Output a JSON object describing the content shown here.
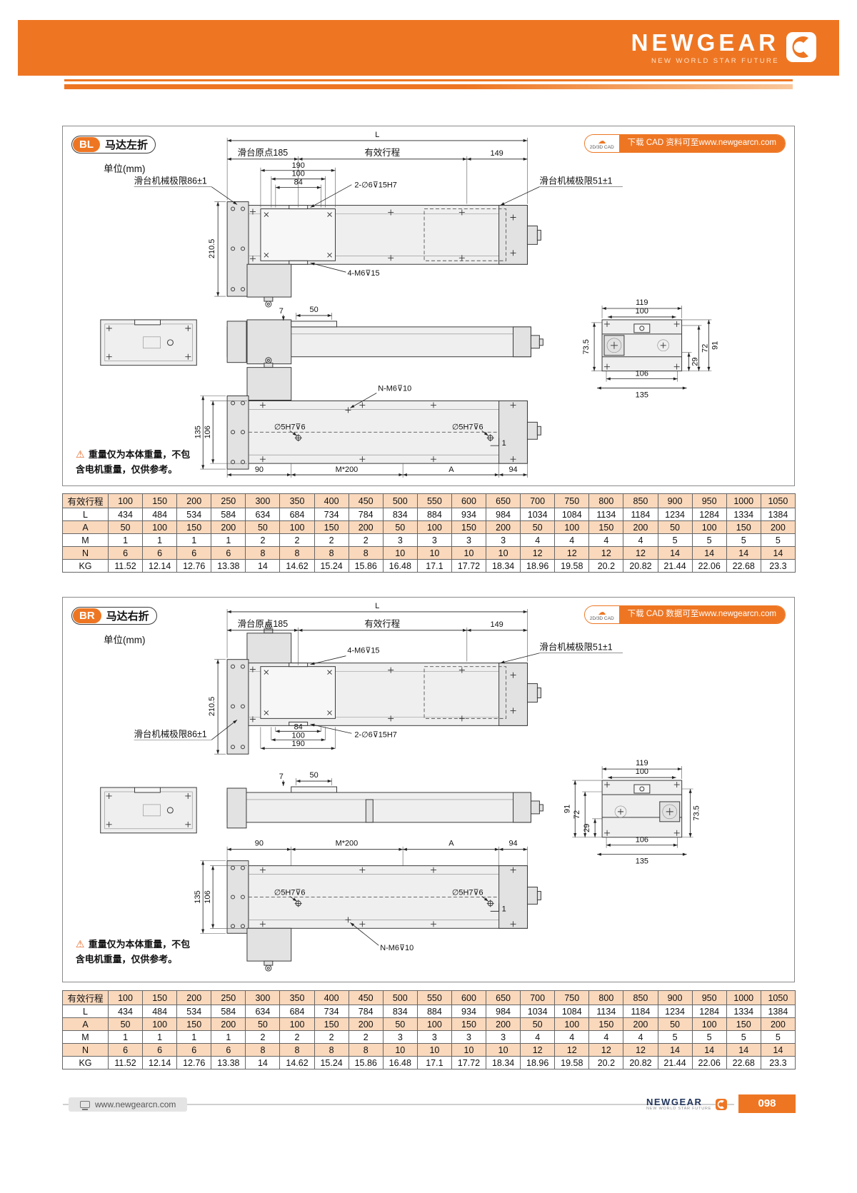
{
  "header": {
    "brand": "NEWGEAR",
    "tagline": "NEW WORLD STAR FUTURE"
  },
  "icons": {
    "cad_cloud": "☁",
    "warning": "⚠"
  },
  "sections": {
    "bl": {
      "badge": "BL",
      "title": "马达左折",
      "unit": "单位(mm)",
      "cad_badge": "2D/3D CAD",
      "cad_text": "下载 CAD 资料可至www.newgearcn.com",
      "warn1": "重量仅为本体重量，不包",
      "warn2": "含电机重量，仅供参考。"
    },
    "br": {
      "badge": "BR",
      "title": "马达右折",
      "unit": "单位(mm)",
      "cad_badge": "2D/3D CAD",
      "cad_text": "下载 CAD 数据可至www.newgearcn.com",
      "warn1": "重量仅为本体重量，不包",
      "warn2": "含电机重量，仅供参考。"
    }
  },
  "dims": {
    "L": "L",
    "origin": "滑台原点185",
    "stroke": "有效行程",
    "d149": "149",
    "d190": "190",
    "d100": "100",
    "d84": "84",
    "hole2": "2-∅6⊽15H7",
    "m4": "4-M6⊽15",
    "nm": "N-M6⊽10",
    "limL": "滑台机械极限86±1",
    "limR": "滑台机械极限51±1",
    "d210": "210.5",
    "d7": "7",
    "d50": "50",
    "d119": "119",
    "d735": "73.5",
    "d91": "91",
    "d72": "72",
    "d29": "29",
    "d106": "106",
    "d135": "135",
    "pin": "∅5H7⊽6",
    "d1": "1",
    "d90": "90",
    "m200": "M*200",
    "A": "A",
    "d94": "94"
  },
  "table": {
    "rows": [
      {
        "label": "有效行程",
        "shaded": true,
        "values": [
          "100",
          "150",
          "200",
          "250",
          "300",
          "350",
          "400",
          "450",
          "500",
          "550",
          "600",
          "650",
          "700",
          "750",
          "800",
          "850",
          "900",
          "950",
          "1000",
          "1050"
        ]
      },
      {
        "label": "L",
        "shaded": false,
        "values": [
          "434",
          "484",
          "534",
          "584",
          "634",
          "684",
          "734",
          "784",
          "834",
          "884",
          "934",
          "984",
          "1034",
          "1084",
          "1134",
          "1184",
          "1234",
          "1284",
          "1334",
          "1384"
        ]
      },
      {
        "label": "A",
        "shaded": true,
        "values": [
          "50",
          "100",
          "150",
          "200",
          "50",
          "100",
          "150",
          "200",
          "50",
          "100",
          "150",
          "200",
          "50",
          "100",
          "150",
          "200",
          "50",
          "100",
          "150",
          "200"
        ]
      },
      {
        "label": "M",
        "shaded": false,
        "values": [
          "1",
          "1",
          "1",
          "1",
          "2",
          "2",
          "2",
          "2",
          "3",
          "3",
          "3",
          "3",
          "4",
          "4",
          "4",
          "4",
          "5",
          "5",
          "5",
          "5"
        ]
      },
      {
        "label": "N",
        "shaded": true,
        "values": [
          "6",
          "6",
          "6",
          "6",
          "8",
          "8",
          "8",
          "8",
          "10",
          "10",
          "10",
          "10",
          "12",
          "12",
          "12",
          "12",
          "14",
          "14",
          "14",
          "14"
        ]
      },
      {
        "label": "KG",
        "shaded": false,
        "values": [
          "11.52",
          "12.14",
          "12.76",
          "13.38",
          "14",
          "14.62",
          "15.24",
          "15.86",
          "16.48",
          "17.1",
          "17.72",
          "18.34",
          "18.96",
          "19.58",
          "20.2",
          "20.82",
          "21.44",
          "22.06",
          "22.68",
          "23.3"
        ]
      }
    ]
  },
  "footer": {
    "site": "www.newgearcn.com",
    "brand": "NEWGEAR",
    "page": "098"
  }
}
